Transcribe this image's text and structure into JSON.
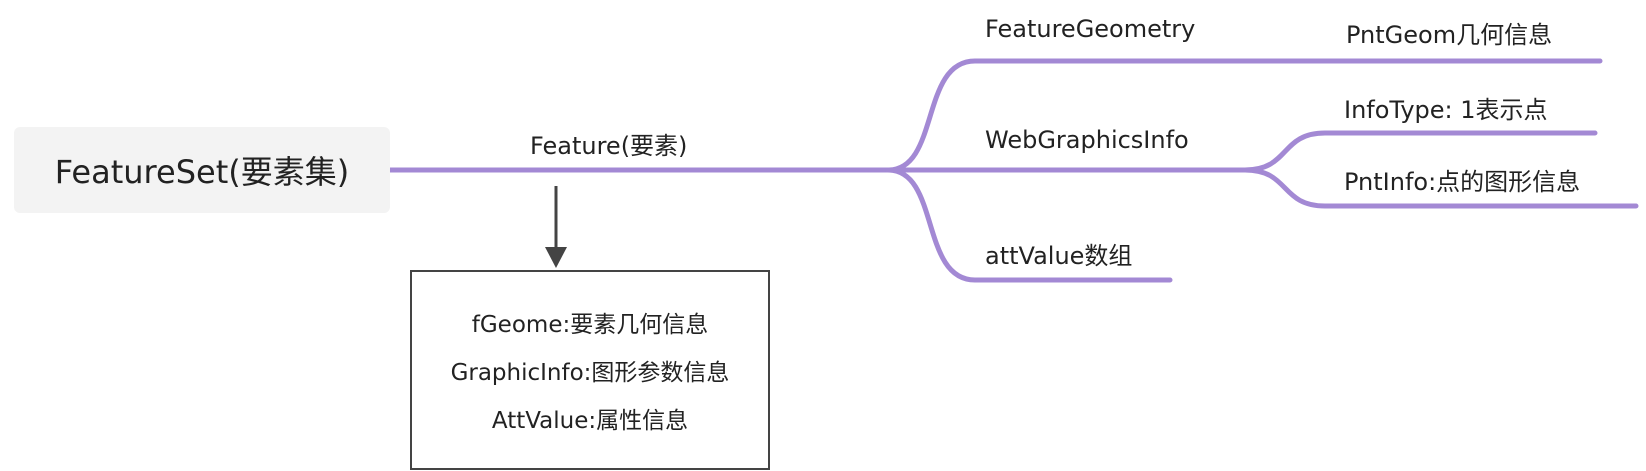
{
  "colors": {
    "branch": "#a389d4",
    "arrow": "#444444",
    "root_bg": "#f3f3f3"
  },
  "root": {
    "label": "FeatureSet(要素集)"
  },
  "feature": {
    "label": "Feature(要素)"
  },
  "branches": {
    "geometry": {
      "label": "FeatureGeometry",
      "child": "PntGeom几何信息"
    },
    "graphics": {
      "label": "WebGraphicsInfo",
      "children": [
        "InfoType: 1表示点",
        "PntInfo:点的图形信息"
      ]
    },
    "attvalue": {
      "label": "attValue数组"
    }
  },
  "note": {
    "lines": [
      "fGeome:要素几何信息",
      "GraphicInfo:图形参数信息",
      "AttValue:属性信息"
    ]
  }
}
